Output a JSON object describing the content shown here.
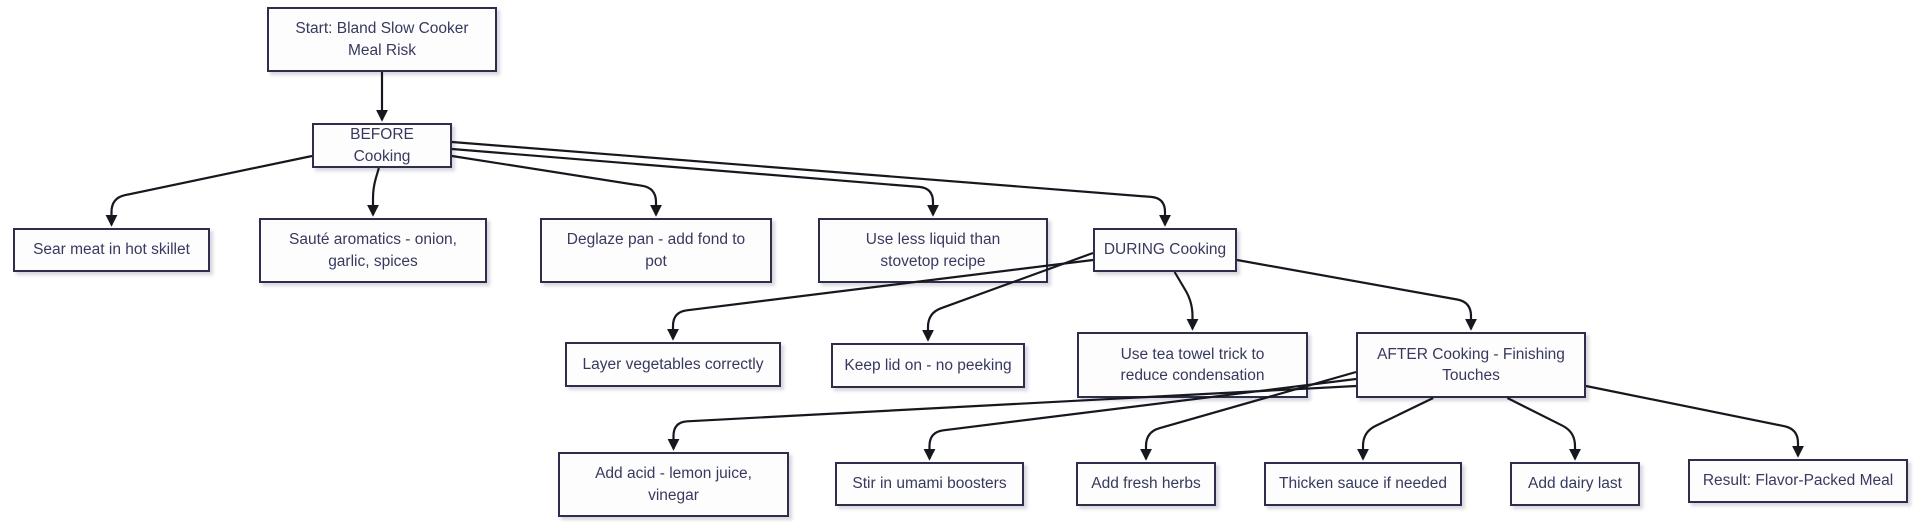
{
  "diagram": {
    "type": "flowchart",
    "direction": "top-down",
    "colors": {
      "background": "#ffffff",
      "node_fill": "#fdfdfe",
      "node_border": "#2d2e4c",
      "node_text": "#38395e",
      "edge_line": "#17171f"
    },
    "nodes": [
      {
        "id": "start",
        "label": "Start: Bland Slow Cooker\nMeal Risk"
      },
      {
        "id": "before",
        "label": "BEFORE Cooking"
      },
      {
        "id": "sear",
        "label": "Sear meat in hot skillet"
      },
      {
        "id": "saute",
        "label": "Sauté aromatics - onion,\ngarlic, spices"
      },
      {
        "id": "deglaze",
        "label": "Deglaze pan - add fond to\npot"
      },
      {
        "id": "liquid",
        "label": "Use less liquid than\nstovetop recipe"
      },
      {
        "id": "during",
        "label": "DURING Cooking"
      },
      {
        "id": "layer",
        "label": "Layer vegetables correctly"
      },
      {
        "id": "keeplid",
        "label": "Keep lid on - no peeking"
      },
      {
        "id": "teatowel",
        "label": "Use tea towel trick to\nreduce condensation"
      },
      {
        "id": "after",
        "label": "AFTER Cooking - Finishing\nTouches"
      },
      {
        "id": "acid",
        "label": "Add acid - lemon juice,\nvinegar"
      },
      {
        "id": "umami",
        "label": "Stir in umami boosters"
      },
      {
        "id": "herbs",
        "label": "Add fresh herbs"
      },
      {
        "id": "thicken",
        "label": "Thicken sauce if needed"
      },
      {
        "id": "dairy",
        "label": "Add dairy last"
      },
      {
        "id": "result",
        "label": "Result: Flavor-Packed Meal"
      }
    ],
    "edges": [
      {
        "from": "start",
        "to": "before"
      },
      {
        "from": "before",
        "to": "sear"
      },
      {
        "from": "before",
        "to": "saute"
      },
      {
        "from": "before",
        "to": "deglaze"
      },
      {
        "from": "before",
        "to": "liquid"
      },
      {
        "from": "before",
        "to": "during"
      },
      {
        "from": "during",
        "to": "layer"
      },
      {
        "from": "during",
        "to": "keeplid"
      },
      {
        "from": "during",
        "to": "teatowel"
      },
      {
        "from": "during",
        "to": "after"
      },
      {
        "from": "after",
        "to": "acid"
      },
      {
        "from": "after",
        "to": "umami"
      },
      {
        "from": "after",
        "to": "herbs"
      },
      {
        "from": "after",
        "to": "thicken"
      },
      {
        "from": "after",
        "to": "dairy"
      },
      {
        "from": "after",
        "to": "result"
      }
    ]
  }
}
